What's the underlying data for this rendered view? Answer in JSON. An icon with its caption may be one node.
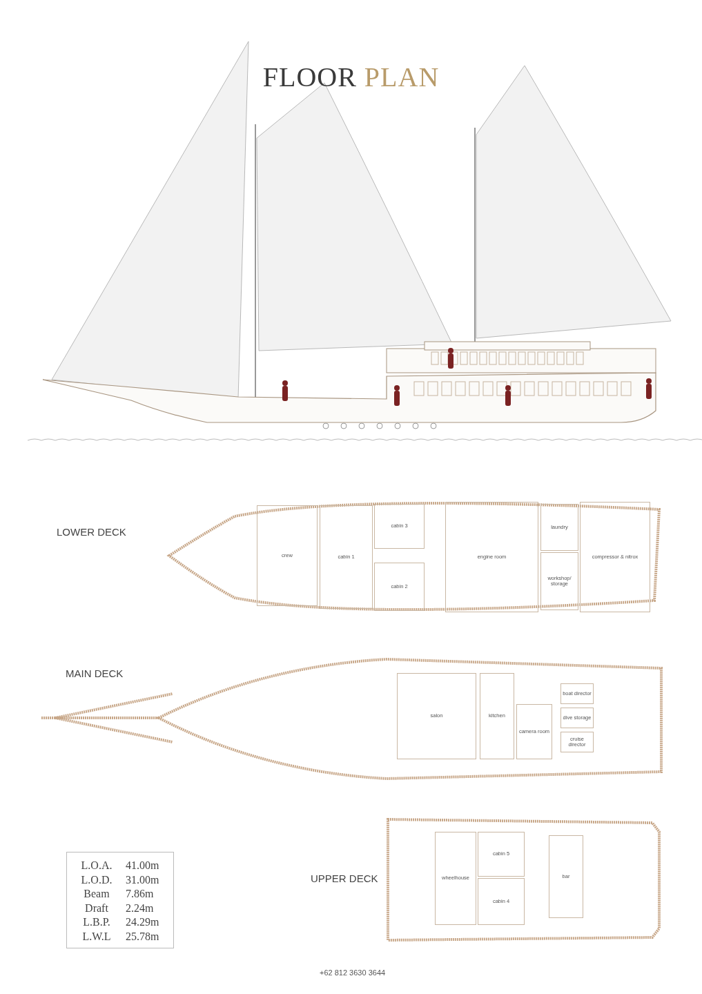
{
  "diagram": {
    "title": "FLOOR PLAN",
    "nodes": [
      {
        "text": [
          "LOWER DECK"
        ]
      },
      {
        "text": [
          "crew"
        ],
        "in": 0
      },
      {
        "text": [
          "cabin 1"
        ],
        "in": 0
      },
      {
        "text": [
          "cabin 3"
        ],
        "in": 0
      },
      {
        "text": [
          "cabin 2"
        ],
        "in": 0
      },
      {
        "text": [
          "engine room"
        ],
        "in": 0
      },
      {
        "text": [
          "laundry"
        ],
        "in": 0
      },
      {
        "text": [
          "workshop/ storage"
        ],
        "in": 0
      },
      {
        "text": [
          "compressor & nitrox"
        ],
        "in": 0
      },
      {
        "text": [
          "MAIN DECK"
        ]
      },
      {
        "text": [
          "salon"
        ],
        "in": 9
      },
      {
        "text": [
          "kitchen"
        ],
        "in": 9
      },
      {
        "text": [
          "camera room"
        ],
        "in": 9
      },
      {
        "text": [
          "boat director"
        ],
        "in": 9
      },
      {
        "text": [
          "dive storage"
        ],
        "in": 9
      },
      {
        "text": [
          "cruise director"
        ],
        "in": 9
      },
      {
        "text": [
          "UPPER DECK"
        ]
      },
      {
        "text": [
          "wheelhouse"
        ],
        "in": 16
      },
      {
        "text": [
          "cabin 5"
        ],
        "in": 16
      },
      {
        "text": [
          "cabin 4"
        ],
        "in": 16
      },
      {
        "text": [
          "bar"
        ],
        "in": 16
      }
    ],
    "labels": [
      "L.O.A.",
      "41.00m",
      "L.O.D.",
      "31.00m",
      "Beam",
      "7.86m",
      "Draft",
      "2.24m",
      "L.B.P.",
      "24.29m",
      "L.W.L",
      "25.78m",
      "+62 812 3630 3644"
    ]
  }
}
